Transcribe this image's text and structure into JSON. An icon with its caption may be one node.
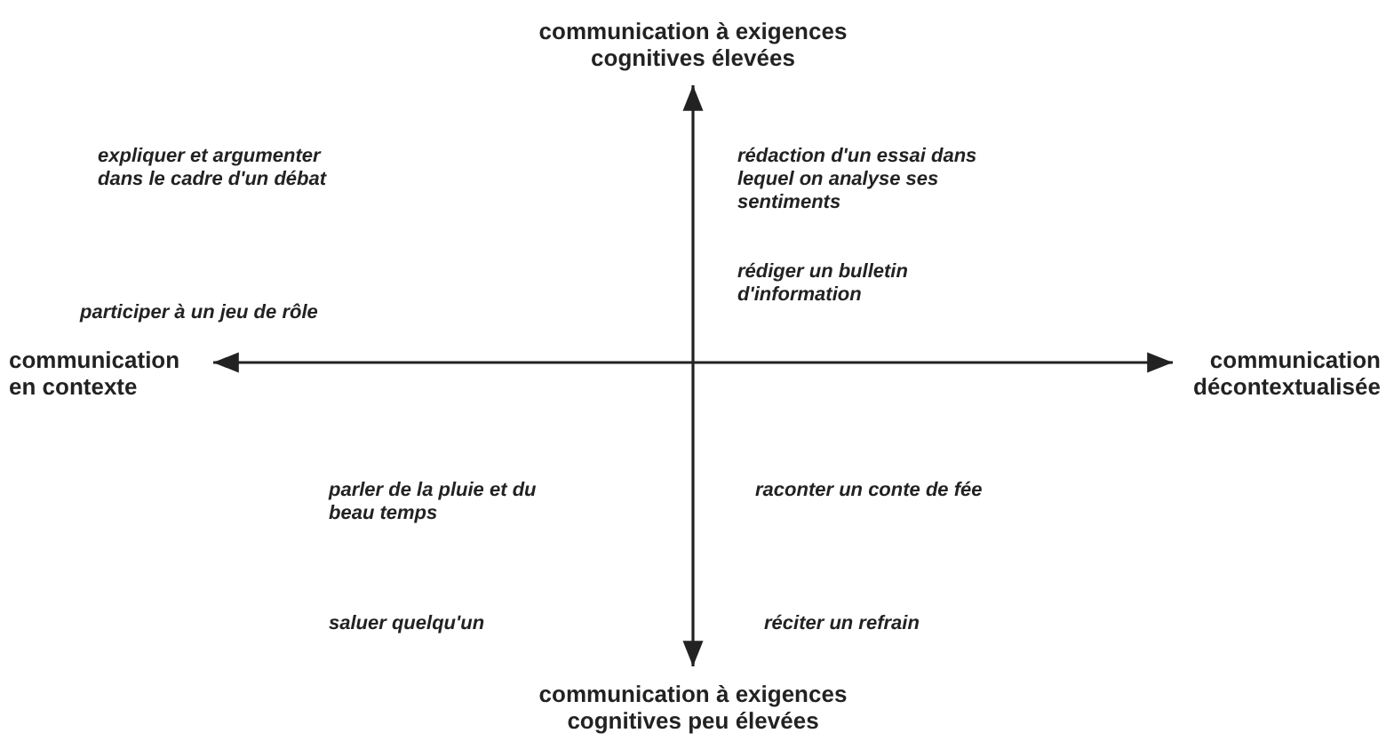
{
  "diagram": {
    "nodes": [
      {
        "text": [
          "communication à exigences cognitives élevées"
        ]
      },
      {
        "text": [
          "communication en contexte"
        ]
      },
      {
        "text": [
          "communication décontextualisée"
        ]
      },
      {
        "text": [
          "communication à exigences cognitives peu élevées"
        ]
      }
    ],
    "edges": [
      {
        "from": 3,
        "to": 0,
        "arrow": "both"
      },
      {
        "from": 1,
        "to": 2,
        "arrow": "both"
      }
    ],
    "labels": [
      "expliquer et argumenter dans le cadre d'un débat",
      "rédaction d'un essai dans lequel on analyse ses sentiments",
      "rédiger un bulletin d'information",
      "participer à un jeu de rôle",
      "parler de la pluie et du beau temps",
      "raconter un conte de fée",
      "saluer quelqu'un",
      "réciter un refrain"
    ]
  }
}
